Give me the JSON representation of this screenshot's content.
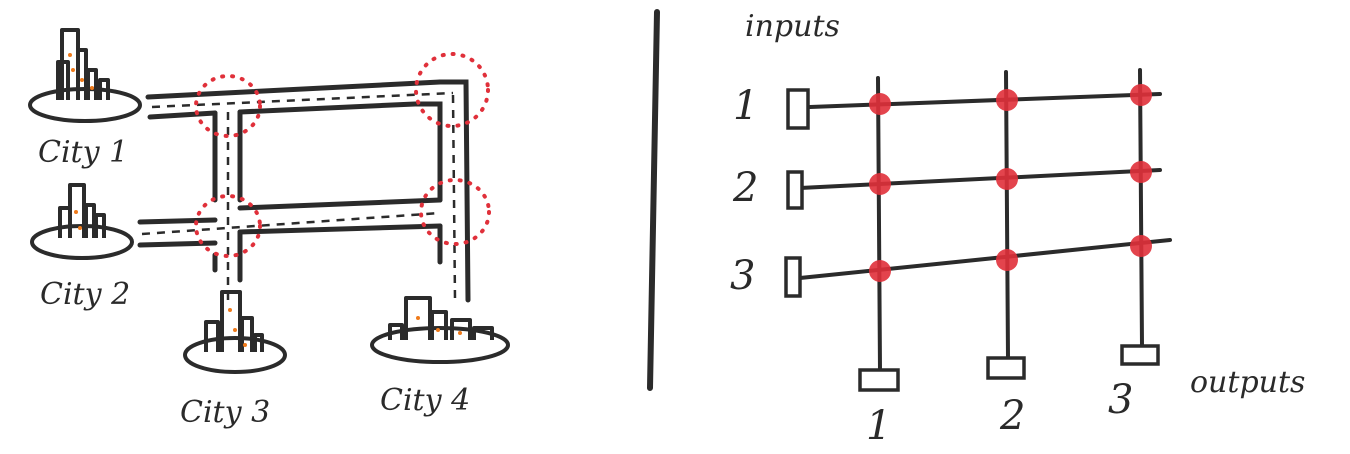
{
  "colors": {
    "ink": "#2b2b2b",
    "intersection": "#e0303a",
    "city_dots": "#ef7a1a"
  },
  "left_diagram": {
    "cities": [
      {
        "label": "City 1"
      },
      {
        "label": "City 2"
      },
      {
        "label": "City 3"
      },
      {
        "label": "City 4"
      }
    ]
  },
  "right_diagram": {
    "inputs_label": "inputs",
    "outputs_label": "outputs",
    "input_numbers": [
      "1",
      "2",
      "3"
    ],
    "output_numbers": [
      "1",
      "2",
      "3"
    ]
  }
}
